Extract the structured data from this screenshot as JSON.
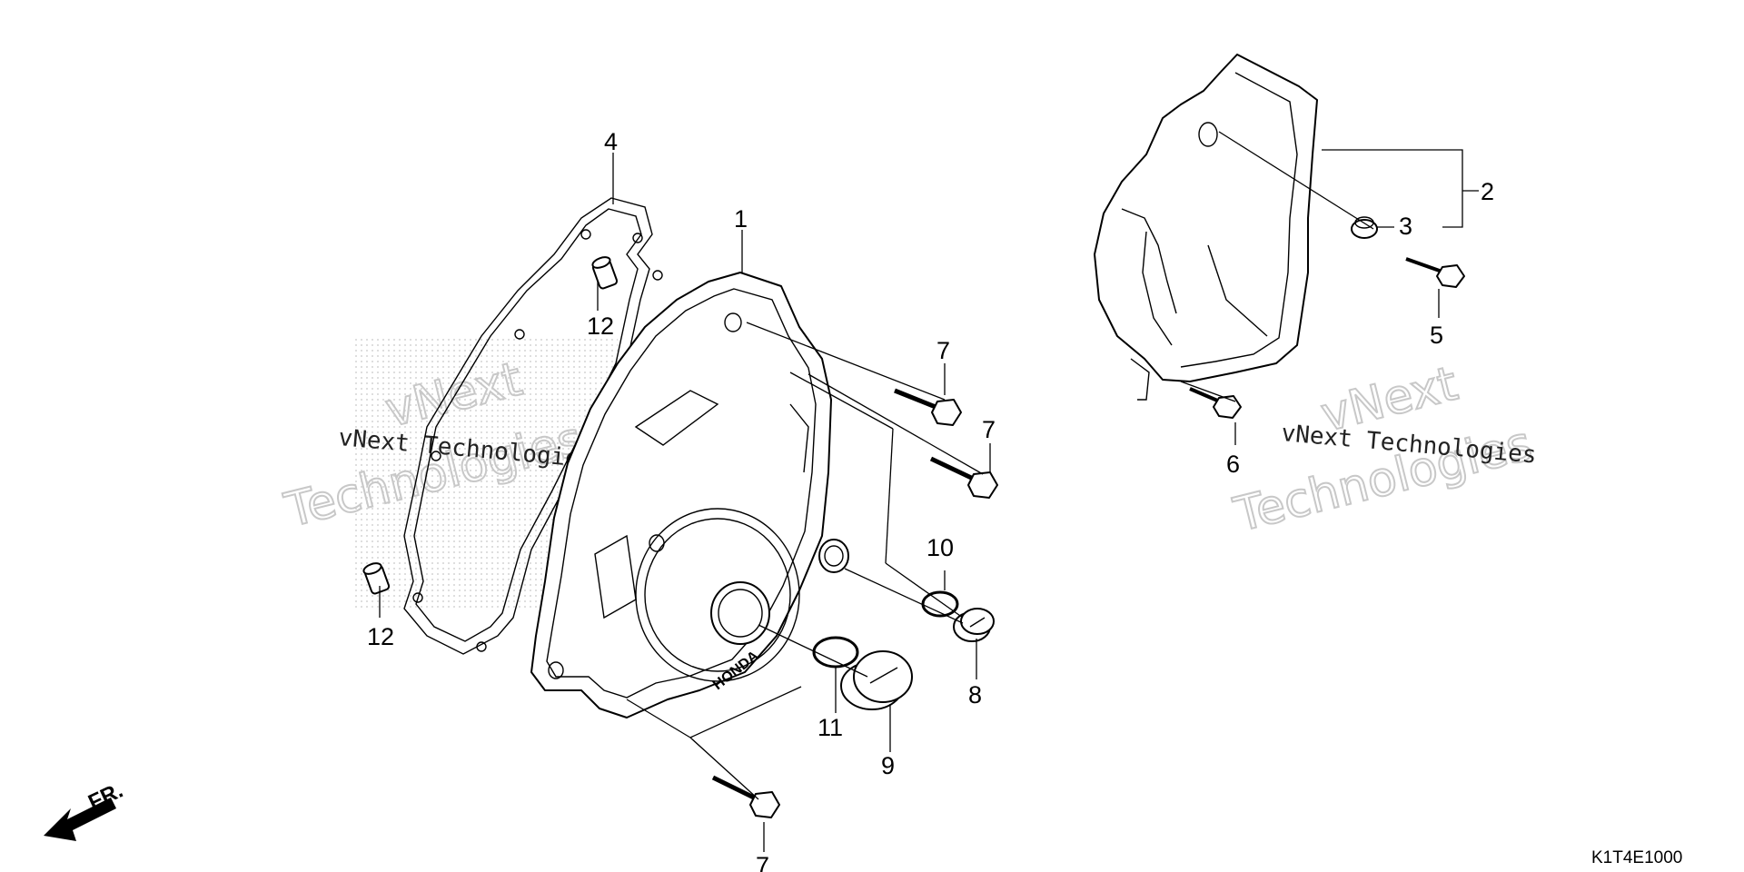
{
  "diagram": {
    "part_labels": {
      "p1": "1",
      "p2": "2",
      "p3": "3",
      "p4": "4",
      "p5": "5",
      "p6": "6",
      "p7a": "7",
      "p7b": "7",
      "p7c": "7",
      "p8": "8",
      "p9": "9",
      "p10": "10",
      "p11": "11",
      "p12a": "12",
      "p12b": "12"
    },
    "front_marker": "FR.",
    "drawing_code": "K1T4E1000",
    "cover_brand": "HONDA",
    "watermark": {
      "left_small": "vNext Technologies",
      "left_big_1": "vNext",
      "left_big_2": "Technologies",
      "right_small": "vNext Technologies",
      "right_big_1": "vNext",
      "right_big_2": "Technologies"
    }
  }
}
